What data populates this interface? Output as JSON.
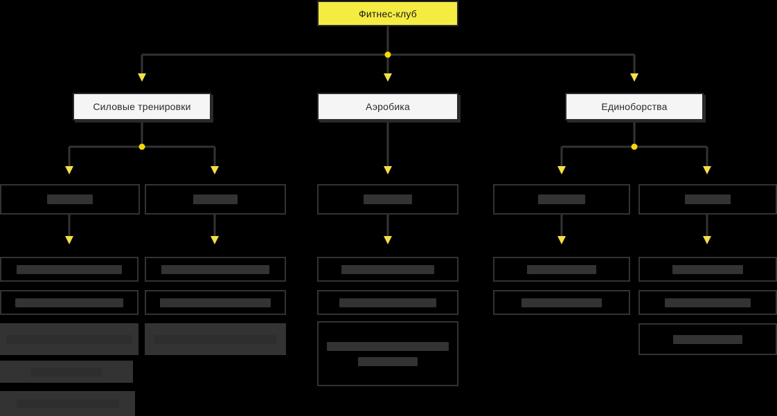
{
  "diagram": {
    "type": "hierarchy-tree",
    "orientation": "top-down",
    "background_color": "#000000",
    "title_node_color": "#f5ec42",
    "category_node_color": "#f5f5f5",
    "connector_color": "#333333",
    "accent_color": "#f5d70a",
    "levels": 4,
    "note_visible_text_only": true
  },
  "root": {
    "label": "Фитнес-клуб",
    "fill": "#f5ec42",
    "border": "#2b2b2b"
  },
  "categories": [
    {
      "label": "Силовые тренировки",
      "fill": "#f5f5f5",
      "border": "#2b2b2b"
    },
    {
      "label": "Аэробика",
      "fill": "#f5f5f5",
      "border": "#2b2b2b"
    },
    {
      "label": "Единоборства",
      "fill": "#f5f5f5",
      "border": "#2b2b2b"
    }
  ],
  "subcategories": [
    {
      "label": "",
      "redacted": true,
      "parent": "Силовые тренировки"
    },
    {
      "label": "",
      "redacted": true,
      "parent": "Силовые тренировки"
    },
    {
      "label": "",
      "redacted": true,
      "parent": "Аэробика"
    },
    {
      "label": "",
      "redacted": true,
      "parent": "Единоборства"
    },
    {
      "label": "",
      "redacted": true,
      "parent": "Единоборства"
    }
  ],
  "leaf_columns": [
    {
      "column": 1,
      "items": [
        {
          "label": "",
          "redacted": true,
          "lines": 1
        },
        {
          "label": "",
          "redacted": true,
          "lines": 1
        },
        {
          "label": "",
          "redacted": true,
          "lines": 1
        },
        {
          "label": "",
          "redacted": true,
          "lines": 1
        },
        {
          "label": "",
          "redacted": true,
          "lines": 1
        }
      ]
    },
    {
      "column": 2,
      "items": [
        {
          "label": "",
          "redacted": true,
          "lines": 1
        },
        {
          "label": "",
          "redacted": true,
          "lines": 1
        },
        {
          "label": "",
          "redacted": true,
          "lines": 1
        }
      ]
    },
    {
      "column": 3,
      "items": [
        {
          "label": "",
          "redacted": true,
          "lines": 1
        },
        {
          "label": "",
          "redacted": true,
          "lines": 1
        },
        {
          "label": "",
          "redacted": true,
          "lines": 2
        }
      ]
    },
    {
      "column": 4,
      "items": [
        {
          "label": "",
          "redacted": true,
          "lines": 1
        },
        {
          "label": "",
          "redacted": true,
          "lines": 1
        }
      ]
    },
    {
      "column": 5,
      "items": [
        {
          "label": "",
          "redacted": true,
          "lines": 1
        },
        {
          "label": "",
          "redacted": true,
          "lines": 1
        },
        {
          "label": "",
          "redacted": true,
          "lines": 1
        }
      ]
    }
  ]
}
